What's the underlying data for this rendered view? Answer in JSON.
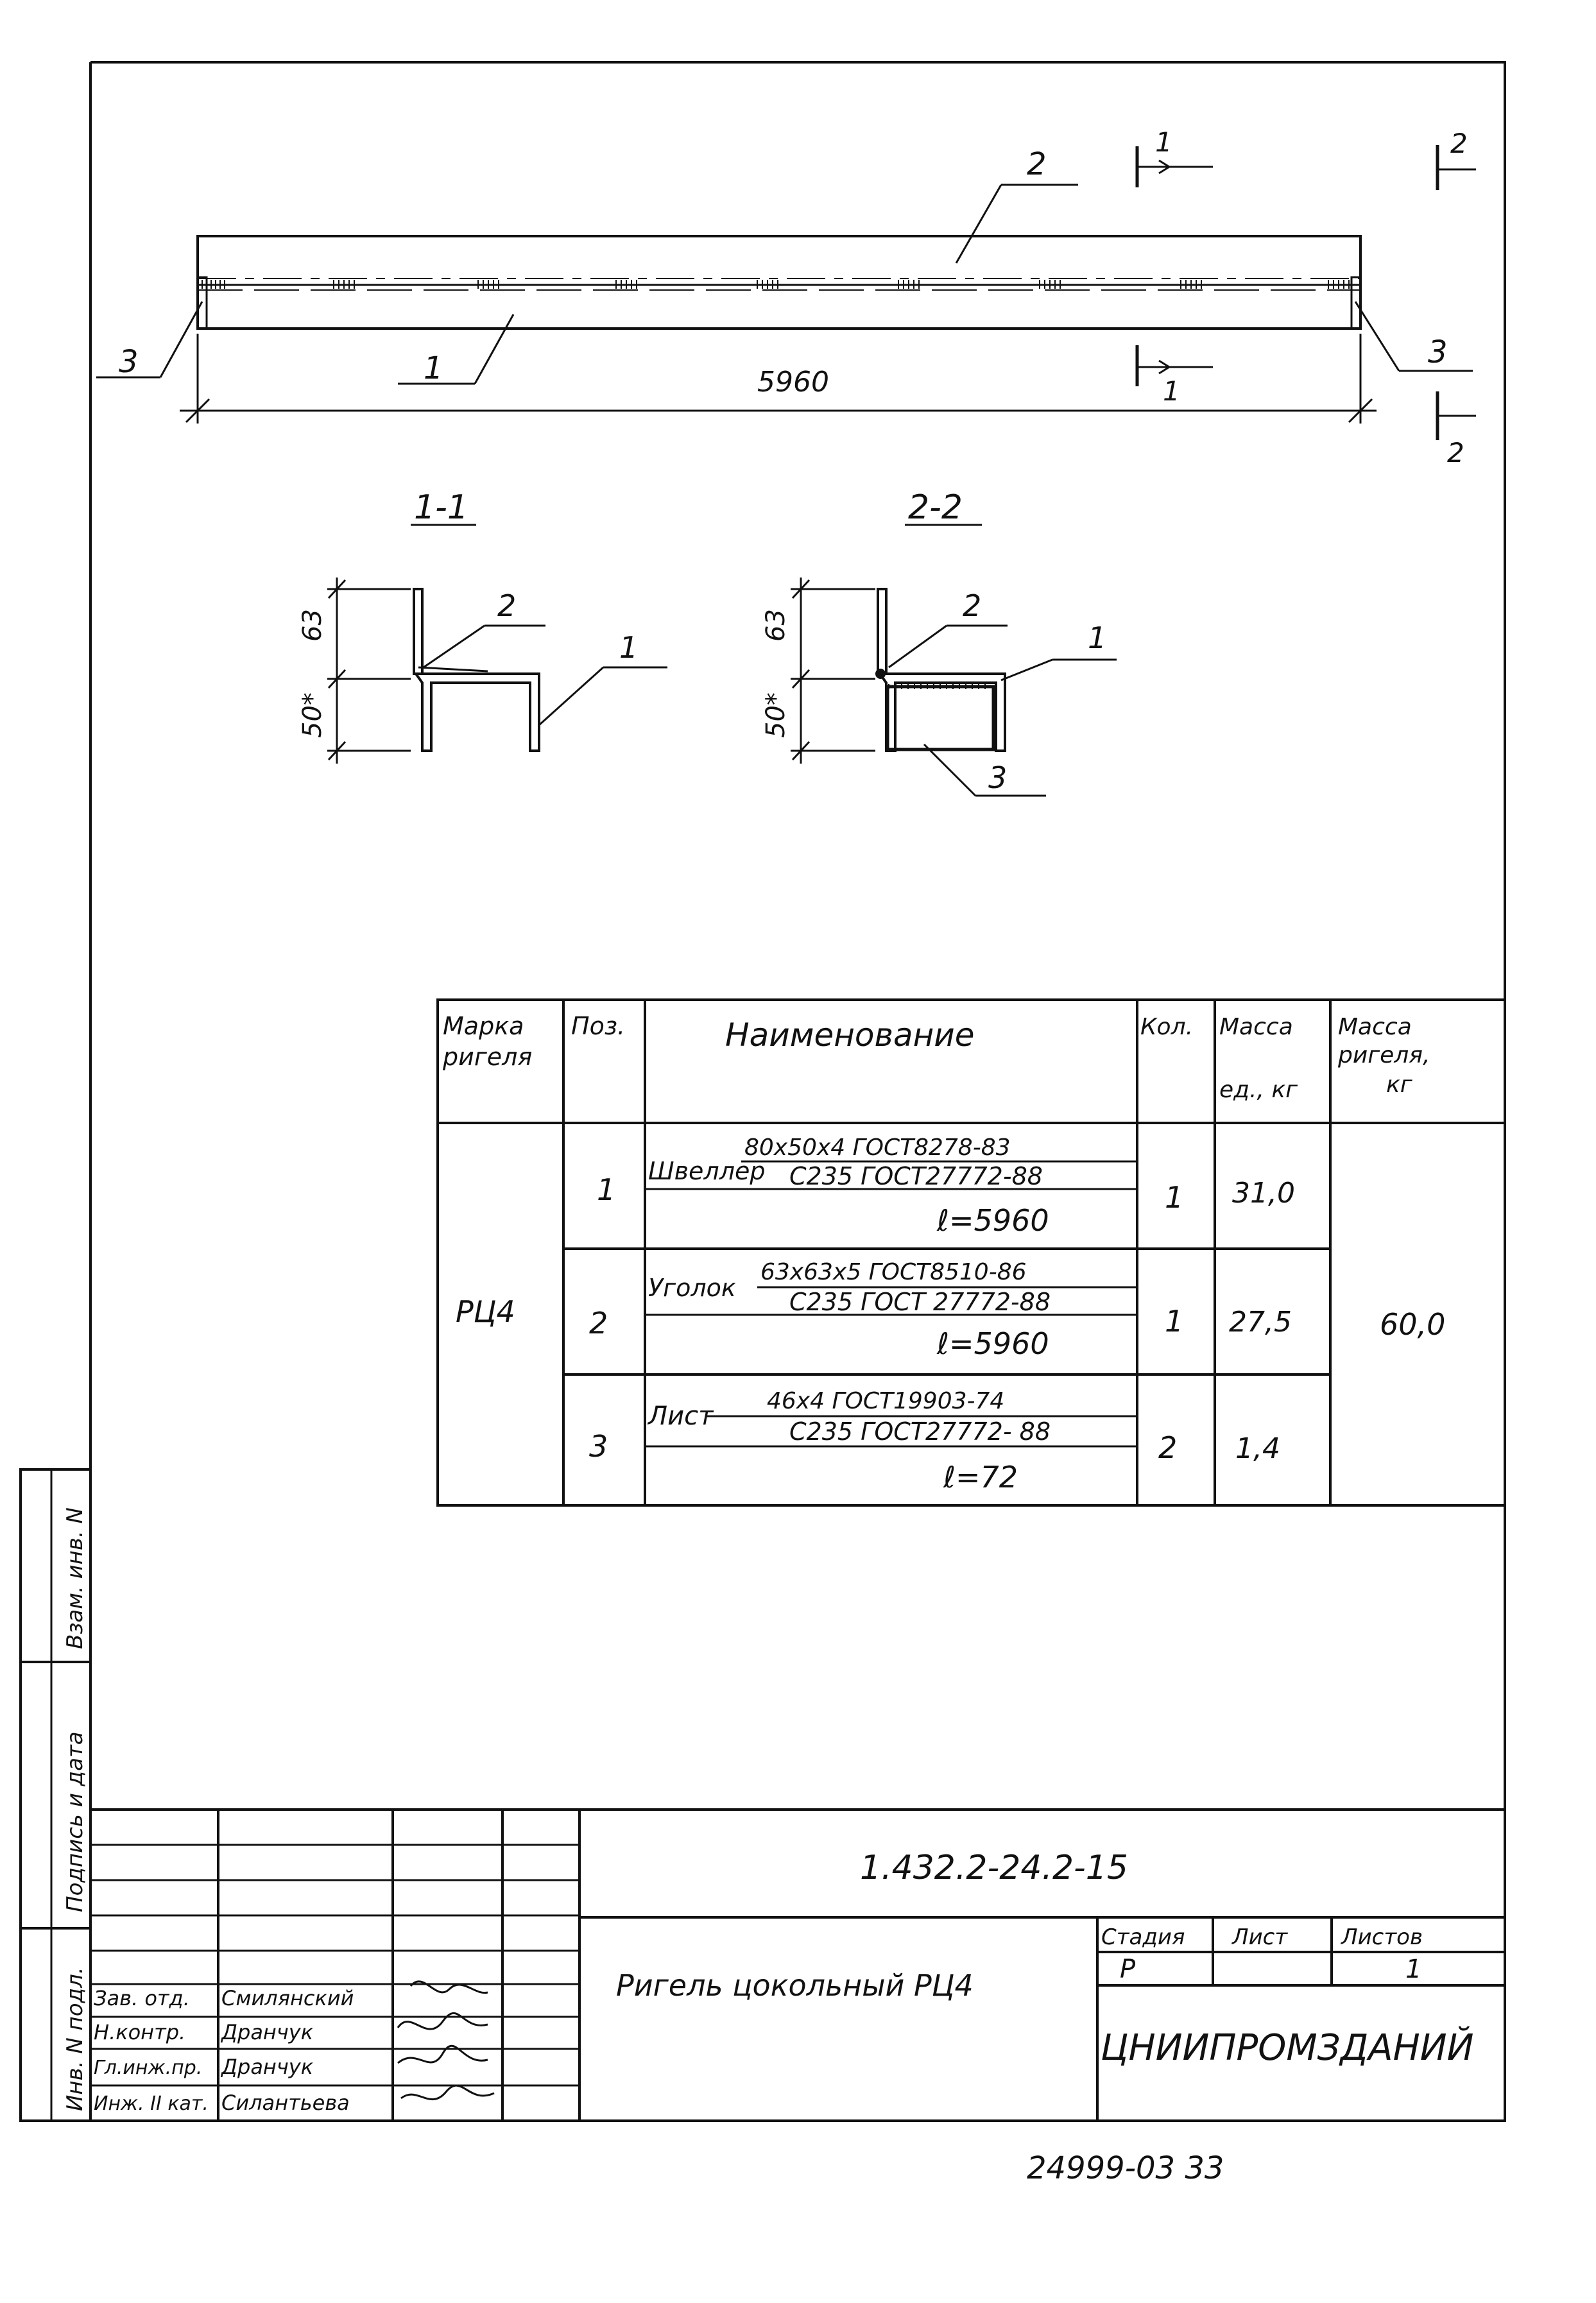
{
  "drawing": {
    "length_dim": "5960",
    "pos_labels": [
      "1",
      "2",
      "3"
    ],
    "section_marks": {
      "s1": "1",
      "s2": "2"
    },
    "section_1_title": "1-1",
    "section_2_title": "2-2",
    "dim_63": "63",
    "dim_50": "50*"
  },
  "spec_table": {
    "headers": {
      "mark": [
        "Марка",
        "ригеля"
      ],
      "pos": "Поз.",
      "name": "Наименование",
      "qty": "Кол.",
      "mass_unit": [
        "Масса",
        "ед., кг"
      ],
      "mass_total": [
        "Масса",
        "ригеля,",
        "кг"
      ]
    },
    "mark": "РЦ4",
    "mass_total": "60,0",
    "rows": [
      {
        "pos": "1",
        "item": "Швеллер",
        "spec_top": "80х50х4 ГОСТ8278-83",
        "spec_bottom": "С235 ГОСТ27772-88",
        "length": "ℓ=5960",
        "qty": "1",
        "mass": "31,0"
      },
      {
        "pos": "2",
        "item": "Уголок",
        "spec_top": "63х63х5 ГОСТ8510-86",
        "spec_bottom": "С235 ГОСТ 27772-88",
        "length": "ℓ=5960",
        "qty": "1",
        "mass": "27,5"
      },
      {
        "pos": "3",
        "item": "Лист",
        "spec_top": "46х4 ГОСТ19903-74",
        "spec_bottom": "С235 ГОСТ27772- 88",
        "length": "ℓ=72",
        "qty": "2",
        "mass": "1,4"
      }
    ]
  },
  "title_block": {
    "doc_code": "1.432.2-24.2-15",
    "title": "Ригель цокольный РЦ4",
    "stage_label": "Стадия",
    "sheet_label": "Лист",
    "sheets_label": "Листов",
    "stage": "Р",
    "sheets": "1",
    "org": "ЦНИИПРОМЗДАНИЙ",
    "signatures": [
      {
        "role": "Зав. отд.",
        "name": "Смилянский"
      },
      {
        "role": "Н.контр.",
        "name": "Дранчук"
      },
      {
        "role": "Гл.инж.пр.",
        "name": "Дранчук"
      },
      {
        "role": "Инж. II кат.",
        "name": "Силантьева"
      }
    ]
  },
  "side_stamp": {
    "inv": "Инв. N подл.",
    "sign": "Подпись и дата",
    "repl": "Взам. инв. N"
  },
  "footer": {
    "code": "24999-03   33"
  }
}
